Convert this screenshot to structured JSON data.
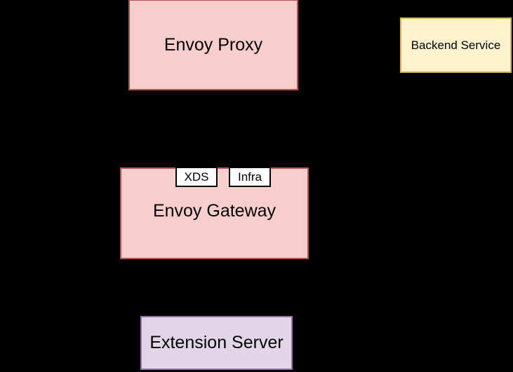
{
  "diagram": {
    "background_color": "#000000",
    "text_color": "#000000",
    "nodes": {
      "envoy_proxy": {
        "label": "Envoy Proxy",
        "fill": "#F8CECC",
        "stroke": "#B85450"
      },
      "backend_service": {
        "label": "Backend Service",
        "fill": "#FFF2CC",
        "stroke": "#D6B656"
      },
      "envoy_gateway": {
        "label": "Envoy Gateway",
        "fill": "#F8CECC",
        "stroke": "#B85450"
      },
      "xds_tab": {
        "label": "XDS",
        "fill": "#FFFFFF",
        "stroke": "#000000"
      },
      "infra_tab": {
        "label": "Infra",
        "fill": "#FFFFFF",
        "stroke": "#000000"
      },
      "extension_server": {
        "label": "Extension Server",
        "fill": "#E1D5E7",
        "stroke": "#9673A6"
      }
    }
  }
}
